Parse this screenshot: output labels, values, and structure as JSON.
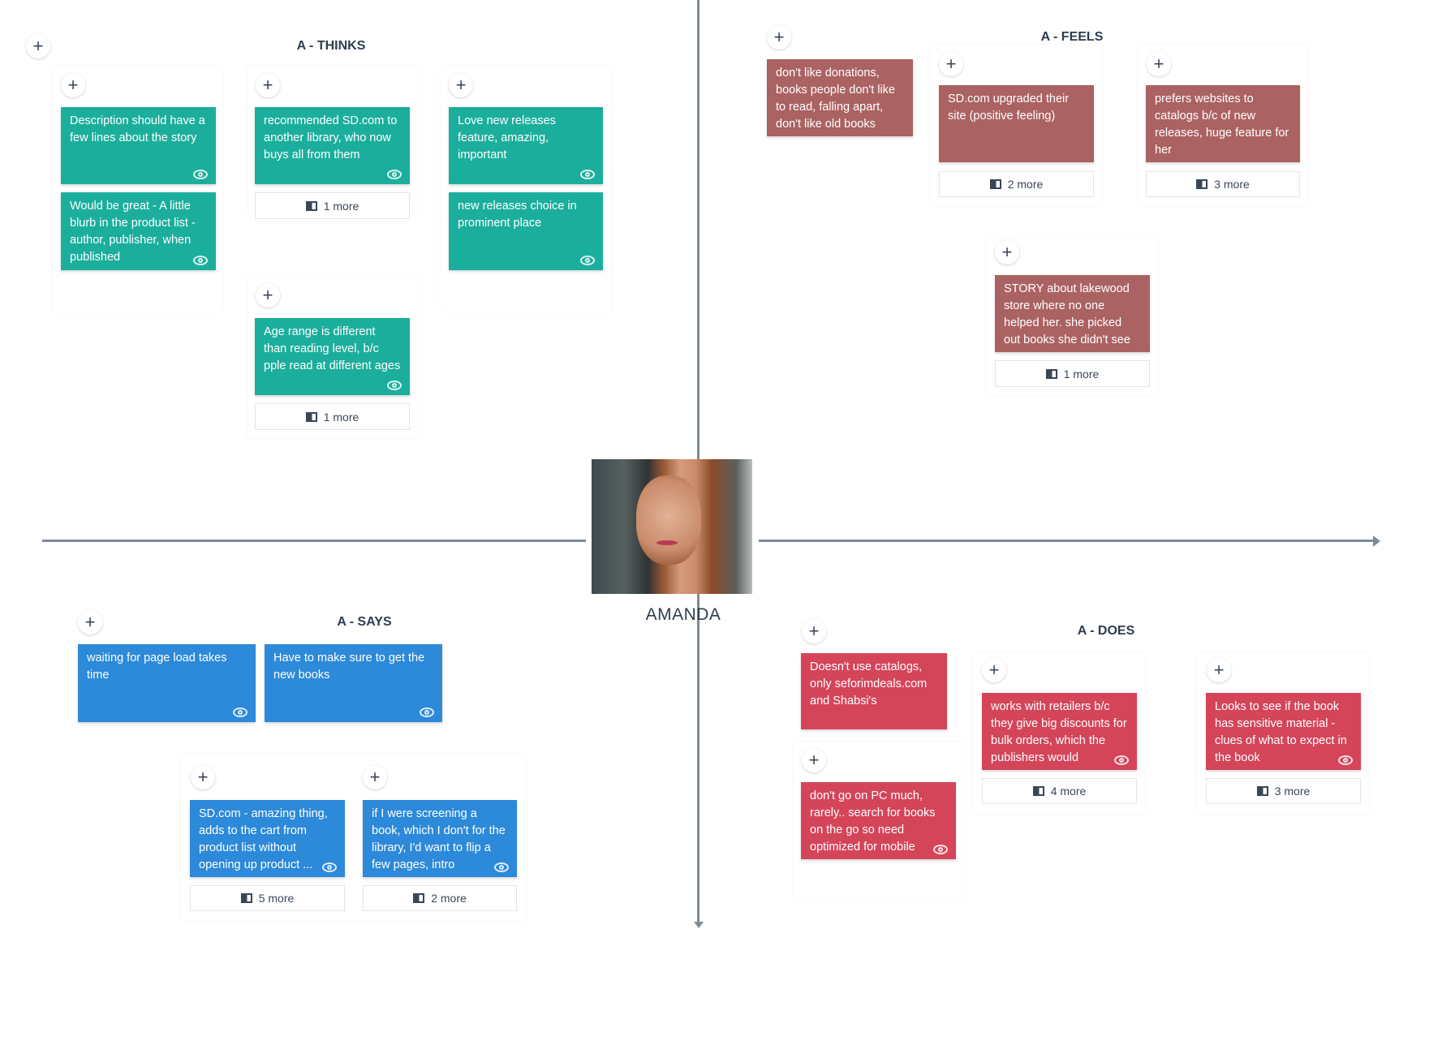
{
  "persona": {
    "name": "AMANDA"
  },
  "thinks": {
    "title": "A - THINKS",
    "cards": [
      "Description should have a few lines about the story",
      "Would be great - A little blurb in the product list - author, publisher, when published",
      "recommended SD.com to another library, who now buys all from them",
      "Love new releases feature, amazing, important",
      "new releases choice in prominent place",
      "Age range is different than reading level, b/c pple read at different ages"
    ],
    "more": [
      "1 more",
      "1 more"
    ]
  },
  "feels": {
    "title": "A - FEELS",
    "cards": [
      "don't like donations, books people don't like to read, falling apart, don't like old books",
      "SD.com upgraded their site (positive feeling)",
      "prefers websites to catalogs b/c of new releases, huge feature for her",
      "STORY about lakewood store where no one helped her. she picked out books she didn't see ..."
    ],
    "more": [
      "2 more",
      "3 more",
      "1 more"
    ]
  },
  "says": {
    "title": "A - SAYS",
    "cards": [
      "waiting for page load takes time",
      "Have to make sure to get the new books",
      "SD.com - amazing thing, adds to the cart from product list without opening up product ...",
      "if I were screening a book, which I don't for the library, I'd want to flip a few pages, intro"
    ],
    "more": [
      "5 more",
      "2 more"
    ]
  },
  "does": {
    "title": "A - DOES",
    "cards": [
      "Doesn't use catalogs, only seforimdeals.com and Shabsi's",
      "don't go on PC much, rarely.. search for books on the go so need optimized for mobile",
      "works with retailers b/c they give big discounts for bulk orders, which the publishers would",
      "Looks to see if the book has sensitive material - clues of what to expect in the book"
    ],
    "more": [
      "4 more",
      "3 more"
    ]
  },
  "colors": {
    "thinks": "#1cae9c",
    "feels": "#ab6262",
    "says": "#2d89d9",
    "does": "#d4455a",
    "axis": "#7d8b99"
  }
}
